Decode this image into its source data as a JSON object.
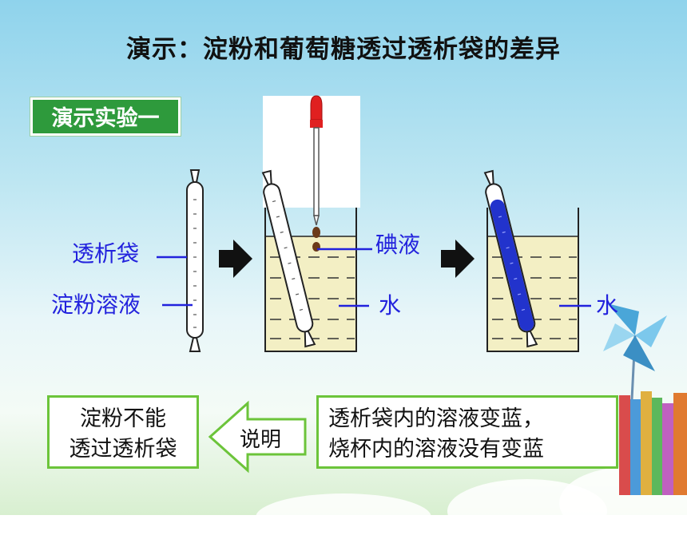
{
  "title": "演示：淀粉和葡萄糖透过透析袋的差异",
  "section_badge": "演示实验一",
  "labels": {
    "dialysis_bag": "透析袋",
    "starch_solution": "淀粉溶液",
    "iodine": "碘液",
    "water_1": "水",
    "water_2": "水"
  },
  "observation": {
    "line1": "透析袋内的溶液变蓝，",
    "line2": "烧杯内的溶液没有变蓝"
  },
  "arrow_label": "说明",
  "conclusion": {
    "line1": "淀粉不能",
    "line2": "透过透析袋"
  },
  "colors": {
    "label_blue": "#2222dd",
    "badge_green": "#2e9a3c",
    "box_border_green": "#6cc43a",
    "solution_yellow": "#f3efc4",
    "blue_starch": "#2233cc",
    "dropper_red": "#e02020"
  }
}
